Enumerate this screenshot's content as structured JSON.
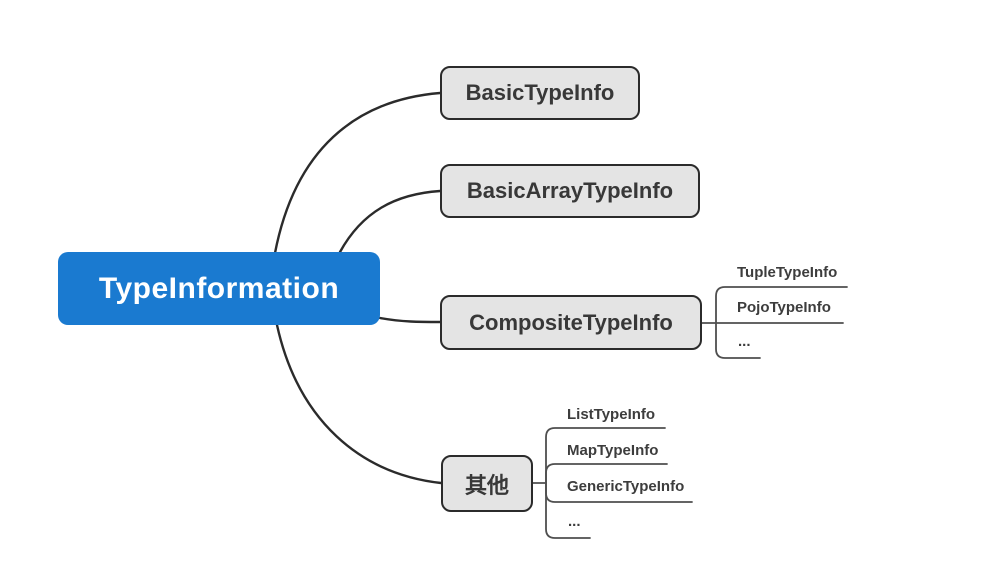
{
  "diagram": {
    "title": "TypeInformation mind map",
    "root": {
      "label": "TypeInformation"
    },
    "branches": [
      {
        "label": "BasicTypeInfo",
        "children": []
      },
      {
        "label": "BasicArrayTypeInfo",
        "children": []
      },
      {
        "label": "CompositeTypeInfo",
        "children": [
          "TupleTypeInfo",
          "PojoTypeInfo",
          "..."
        ]
      },
      {
        "label": "其他",
        "children": [
          "ListTypeInfo",
          "MapTypeInfo",
          "GenericTypeInfo",
          "..."
        ]
      }
    ]
  },
  "colors": {
    "background": "#ffffff",
    "root_fill": "#1a7ad0",
    "root_text": "#ffffff",
    "node_fill": "#e4e4e4",
    "node_border": "#2b2b2b",
    "node_text": "#383838",
    "main_line": "#2b2b2b",
    "child_line": "#4f4f4f",
    "leaf_text": "#3d3d3d"
  }
}
